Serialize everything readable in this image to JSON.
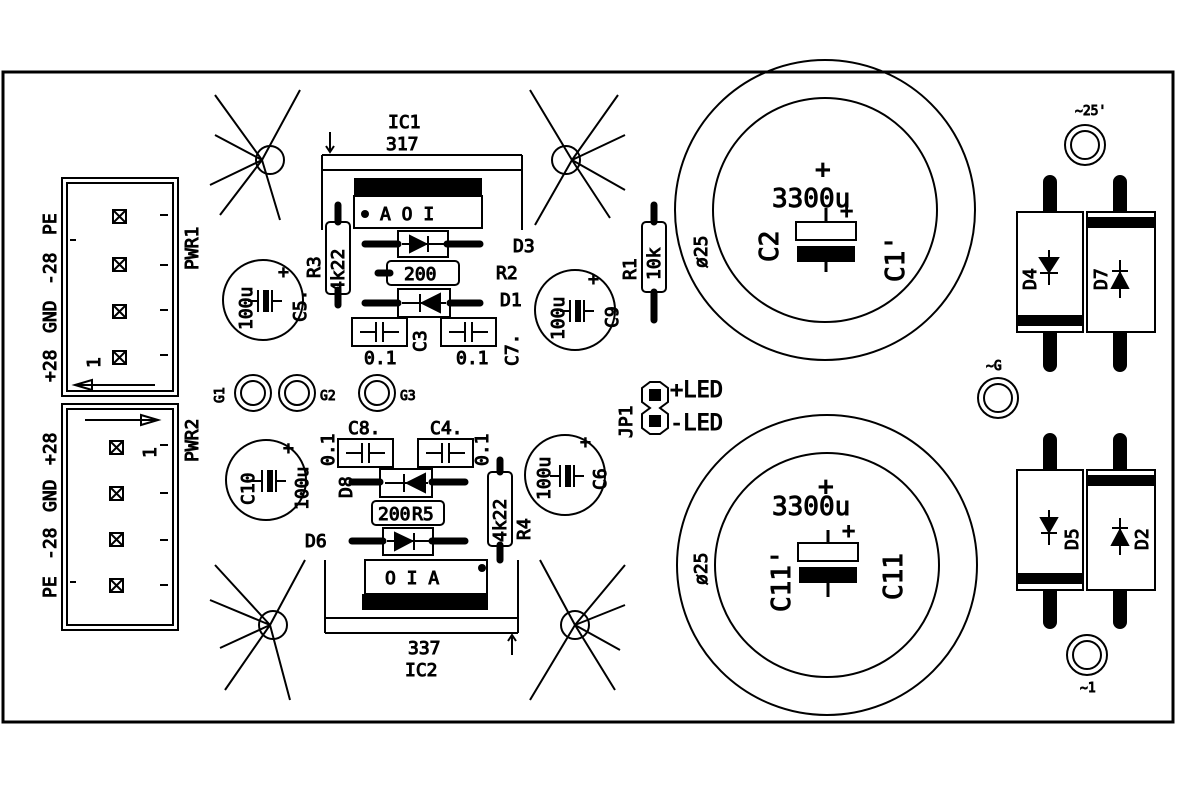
{
  "colors": {
    "ink": "#000000",
    "background": "#ffffff"
  },
  "heatsinks": {
    "top": {
      "name": "IC1",
      "value": "317",
      "pins": "A O I"
    },
    "bottom": {
      "name": "IC2",
      "value": "337",
      "pins": "O I A"
    }
  },
  "connectors": {
    "pwr1": {
      "name": "PWR1",
      "labels": [
        "PE",
        "-28",
        "GND",
        "+28"
      ],
      "pin1": "1"
    },
    "pwr2": {
      "name": "PWR2",
      "labels": [
        "+28",
        "GND",
        "-28",
        "PE"
      ],
      "pin1": "1"
    }
  },
  "resistors": {
    "r1": {
      "name": "R1",
      "value": "10k"
    },
    "r2": {
      "name": "R2",
      "value": "200"
    },
    "r3": {
      "name": "R3",
      "value": "4k22"
    },
    "r4": {
      "name": "R4",
      "value": "4k22"
    },
    "r5": {
      "name": "R5",
      "value": "200"
    }
  },
  "small_caps": {
    "c3": {
      "name": "C3",
      "value": "0.1"
    },
    "c7": {
      "name": "C7.",
      "value": "0.1"
    },
    "c8": {
      "name": "C8.",
      "value": "0.1"
    },
    "c4": {
      "name": "C4.",
      "value": "0.1"
    }
  },
  "elcaps": {
    "c5": {
      "name": "C5.",
      "value": "100u"
    },
    "c9": {
      "name": "C9",
      "value": "100u"
    },
    "c10": {
      "name": "C10",
      "value": "100u"
    },
    "c6": {
      "name": "C6",
      "value": "100u"
    }
  },
  "big_caps": {
    "top": {
      "value": "3300u",
      "left": "C2",
      "right": "C1'",
      "size": "ø25"
    },
    "bottom": {
      "value": "3300u",
      "left": "C11'",
      "right": "C11",
      "size": "ø25"
    }
  },
  "diodes": {
    "d1": "D1",
    "d3": "D3",
    "d6": "D6",
    "d8": "D8",
    "d4": "D4",
    "d7": "D7",
    "d5": "D5",
    "d2": "D2"
  },
  "grounds": {
    "g1": "G1",
    "g2": "G2",
    "g3": "G3"
  },
  "jumper": {
    "name": "JP1",
    "plus": "+LED",
    "minus": "-LED"
  },
  "terminals": {
    "t25": "~25'",
    "tg": "~G",
    "t1": "~1"
  },
  "polarity": {
    "plus": "+"
  }
}
